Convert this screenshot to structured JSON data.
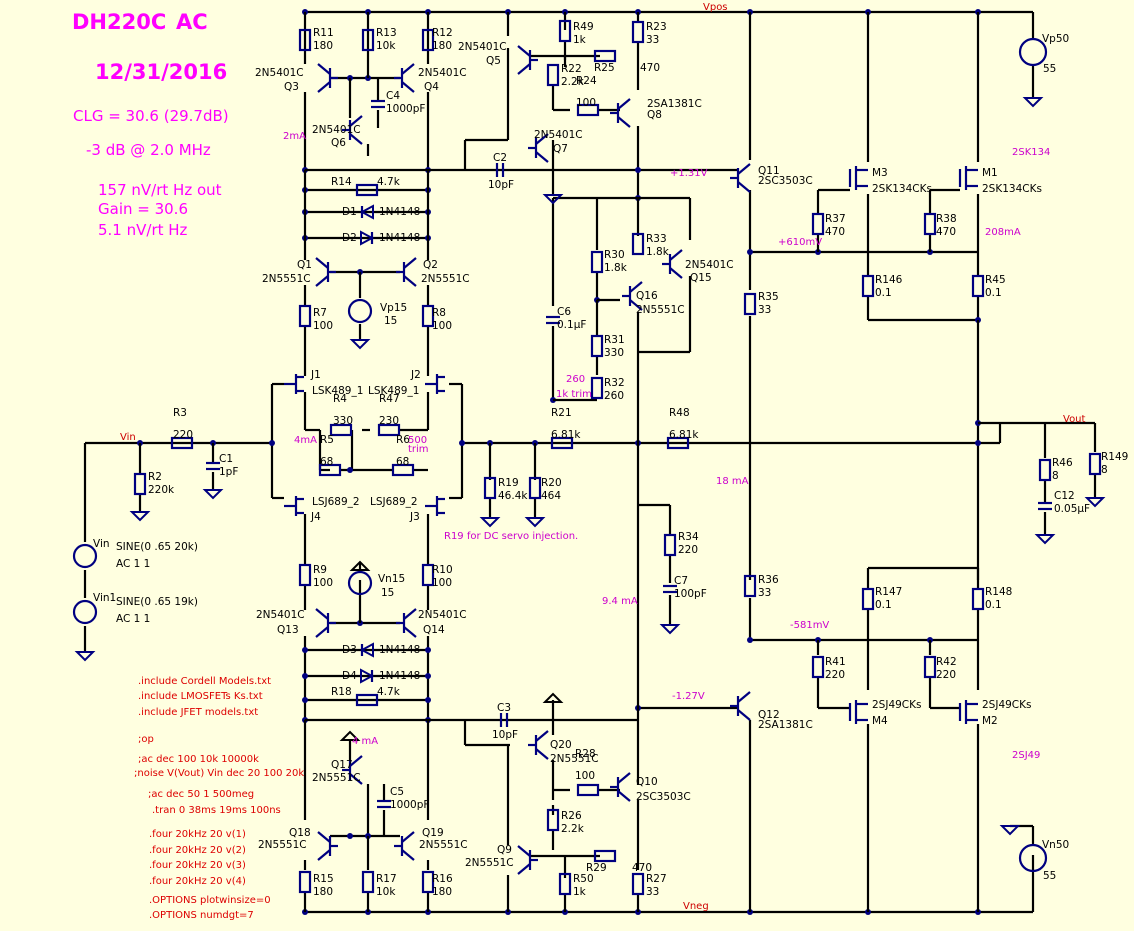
{
  "title": {
    "model": "DH220C",
    "mode": "AC",
    "date": "12/31/2016",
    "lines": [
      "CLG = 30.6  (29.7dB)",
      "-3 dB @ 2.0 MHz",
      "157 nV/rt Hz out",
      "Gain = 30.6",
      "5.1 nV/rt Hz"
    ]
  },
  "nets": {
    "vpos": "Vpos",
    "vneg": "Vneg",
    "vin": "Vin",
    "vout": "Vout"
  },
  "sources": {
    "vp50": {
      "name": "Vp50",
      "value": "55"
    },
    "vn50": {
      "name": "Vn50",
      "value": "55"
    },
    "vp15": {
      "name": "Vp15",
      "value": "15"
    },
    "vn15": {
      "name": "Vn15",
      "value": "15"
    },
    "vin": {
      "name": "Vin",
      "value": "SINE(0 .65 20k)",
      "ac": "AC 1 1"
    },
    "vin1": {
      "name": "Vin1",
      "value": "SINE(0 .65 19k)",
      "ac": "AC 1 1"
    }
  },
  "resistors": [
    {
      "name": "R11",
      "value": "180"
    },
    {
      "name": "R13",
      "value": "10k"
    },
    {
      "name": "R12",
      "value": "180"
    },
    {
      "name": "R49",
      "value": "1k"
    },
    {
      "name": "R23",
      "value": "33"
    },
    {
      "name": "R25",
      "value": "470"
    },
    {
      "name": "R22",
      "value": "2.2k"
    },
    {
      "name": "R24",
      "value": "100"
    },
    {
      "name": "R14",
      "value": "4.7k"
    },
    {
      "name": "R33",
      "value": "1.8k"
    },
    {
      "name": "R30",
      "value": "1.8k"
    },
    {
      "name": "R37",
      "value": "470"
    },
    {
      "name": "R38",
      "value": "470"
    },
    {
      "name": "R146",
      "value": "0.1"
    },
    {
      "name": "R45",
      "value": "0.1"
    },
    {
      "name": "R7",
      "value": "100"
    },
    {
      "name": "R8",
      "value": "100"
    },
    {
      "name": "R35",
      "value": "33"
    },
    {
      "name": "R31",
      "value": "330"
    },
    {
      "name": "R32",
      "value": "260"
    },
    {
      "name": "R4",
      "value": "330"
    },
    {
      "name": "R47",
      "value": "230"
    },
    {
      "name": "R3",
      "value": "220"
    },
    {
      "name": "R21",
      "value": "6.81k"
    },
    {
      "name": "R48",
      "value": "6.81k"
    },
    {
      "name": "R2",
      "value": "220k"
    },
    {
      "name": "R5",
      "value": "68"
    },
    {
      "name": "R6",
      "value": "68"
    },
    {
      "name": "R19",
      "value": "46.4k"
    },
    {
      "name": "R20",
      "value": "464"
    },
    {
      "name": "R46",
      "value": "8"
    },
    {
      "name": "R149",
      "value": "8"
    },
    {
      "name": "R34",
      "value": "220"
    },
    {
      "name": "R9",
      "value": "100"
    },
    {
      "name": "R10",
      "value": "100"
    },
    {
      "name": "R36",
      "value": "33"
    },
    {
      "name": "R147",
      "value": "0.1"
    },
    {
      "name": "R148",
      "value": "0.1"
    },
    {
      "name": "R41",
      "value": "220"
    },
    {
      "name": "R42",
      "value": "220"
    },
    {
      "name": "R18",
      "value": "4.7k"
    },
    {
      "name": "R28",
      "value": "100"
    },
    {
      "name": "R26",
      "value": "2.2k"
    },
    {
      "name": "R29",
      "value": "470"
    },
    {
      "name": "R15",
      "value": "180"
    },
    {
      "name": "R17",
      "value": "10k"
    },
    {
      "name": "R16",
      "value": "180"
    },
    {
      "name": "R50",
      "value": "1k"
    },
    {
      "name": "R27",
      "value": "33"
    }
  ],
  "capacitors": [
    {
      "name": "C4",
      "value": "1000pF"
    },
    {
      "name": "C2",
      "value": "10pF"
    },
    {
      "name": "C6",
      "value": "0.1μF"
    },
    {
      "name": "C1",
      "value": "1pF"
    },
    {
      "name": "C12",
      "value": "0.05μF"
    },
    {
      "name": "C7",
      "value": "100pF"
    },
    {
      "name": "C3",
      "value": "10pF"
    },
    {
      "name": "C5",
      "value": "1000pF"
    }
  ],
  "diodes": [
    {
      "name": "D1",
      "value": "1N4148"
    },
    {
      "name": "D2",
      "value": "1N4148"
    },
    {
      "name": "D3",
      "value": "1N4148"
    },
    {
      "name": "D4",
      "value": "1N4148"
    }
  ],
  "transistors": [
    {
      "name": "Q3",
      "part": "2N5401C"
    },
    {
      "name": "Q4",
      "part": "2N5401C"
    },
    {
      "name": "Q6",
      "part": "2N5401C"
    },
    {
      "name": "Q5",
      "part": "2N5401C"
    },
    {
      "name": "Q8",
      "part": "2SA1381C"
    },
    {
      "name": "Q7",
      "part": "2N5401C"
    },
    {
      "name": "Q11",
      "part": "2SC3503C"
    },
    {
      "name": "Q1",
      "part": "2N5551C"
    },
    {
      "name": "Q2",
      "part": "2N5551C"
    },
    {
      "name": "Q15",
      "part": "2N5401C"
    },
    {
      "name": "Q16",
      "part": "2N5551C"
    },
    {
      "name": "Q13",
      "part": "2N5401C"
    },
    {
      "name": "Q14",
      "part": "2N5401C"
    },
    {
      "name": "Q12",
      "part": "2SA1381C"
    },
    {
      "name": "Q17",
      "part": "2N5551C"
    },
    {
      "name": "Q20",
      "part": "2N5551C"
    },
    {
      "name": "Q10",
      "part": "2SC3503C"
    },
    {
      "name": "Q18",
      "part": "2N5551C"
    },
    {
      "name": "Q19",
      "part": "2N5551C"
    },
    {
      "name": "Q9",
      "part": "2N5551C"
    }
  ],
  "jfets": [
    {
      "name": "J1",
      "part": "LSK489_1"
    },
    {
      "name": "J2",
      "part": "LSK489_1"
    },
    {
      "name": "J4",
      "part": "LSJ689_2"
    },
    {
      "name": "J3",
      "part": "LSJ689_2"
    }
  ],
  "mosfets": [
    {
      "name": "M3",
      "part": "2SK134CKs"
    },
    {
      "name": "M1",
      "part": "2SK134CKs"
    },
    {
      "name": "M4",
      "part": "2SJ49CKs"
    },
    {
      "name": "M2",
      "part": "2SJ49CKs"
    }
  ],
  "annotations": {
    "i_2mA": "2mA",
    "v_131": "+1.31V",
    "part_2sk134": "2SK134",
    "v_610": "+610mV",
    "i_208": "208mA",
    "trim_260": "260",
    "trim_1k": "1k trim",
    "i_4mA": "4mA",
    "trim_500": "500",
    "trim_word": "trim",
    "i_18": "18 mA",
    "servo": "R19 for DC servo injection.",
    "i_94": "9.4 mA",
    "v_581": "-581mV",
    "v_127": "-1.27V",
    "part_2sj49": "2SJ49",
    "i_4mA_low": "4 mA"
  },
  "directives": [
    ".include Cordell Models.txt",
    ".include LMOSFETs Ks.txt",
    ".include JFET models.txt",
    ";op",
    ";ac dec 100 10k 10000k",
    ";noise V(Vout) Vin dec 20 100 20k",
    ";ac dec 50 1 500meg",
    ".tran 0 38ms 19ms 100ns",
    ".four 20kHz 20 v(1)",
    ".four 20kHz 20 v(2)",
    ".four 20kHz 20 v(3)",
    ".four 20kHz 20 v(4)",
    ".OPTIONS plotwinsize=0",
    ".OPTIONS numdgt=7"
  ]
}
